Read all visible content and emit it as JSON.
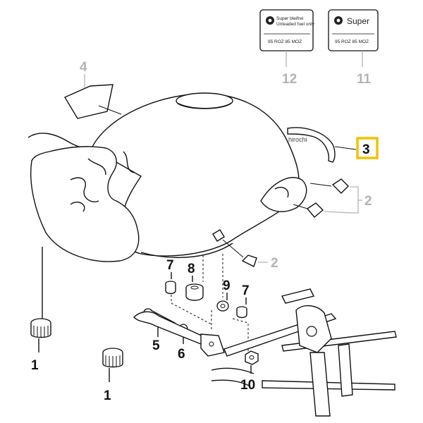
{
  "labels": {
    "label_12": {
      "line1": "Super bleifrei",
      "line2": "Unleaded fuel only",
      "line3": "95 ROZ 85 MOZ"
    },
    "label_11": {
      "line1": "Super",
      "line2": "95 ROZ 85 MOZ"
    }
  },
  "callouts": {
    "c1a": "1",
    "c1b": "1",
    "c2a": "2",
    "c2b": "2",
    "c3": "3",
    "c4": "4",
    "c5": "5",
    "c6": "6",
    "c7a": "7",
    "c7b": "7",
    "c8": "8",
    "c9": "9",
    "c10": "10",
    "c11": "11",
    "c12": "12"
  },
  "watermark": "hirochi",
  "colors": {
    "highlight": "#f2c200",
    "grey_reference": "#b3b3b3",
    "ink": "#111111"
  }
}
